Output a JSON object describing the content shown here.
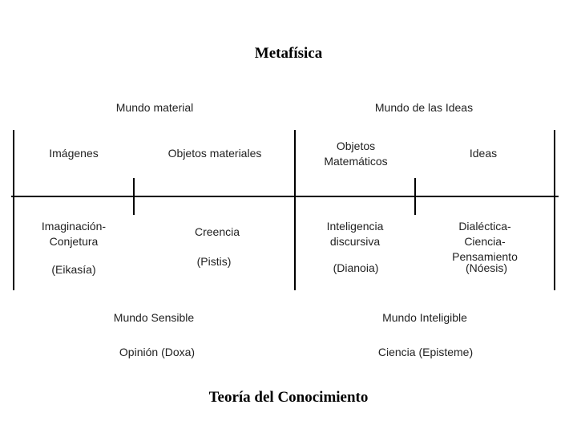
{
  "slide": {
    "title": "Metafísica",
    "footer_title": "Teoría del Conocimiento",
    "background_color": "#ffffff",
    "line_color": "#000000",
    "text_color": "#222222"
  },
  "world_labels": {
    "material": "Mundo material",
    "ideas": "Mundo de las Ideas"
  },
  "divided_line": {
    "segments": [
      {
        "object": "Imágenes",
        "faculty": "Imaginación-\nConjetura",
        "greek_term": "(Eikasía)"
      },
      {
        "object": "Objetos materiales",
        "faculty": "Creencia",
        "greek_term": "(Pistis)"
      },
      {
        "object": "Objetos\nMatemáticos",
        "faculty": "Inteligencia\ndiscursiva",
        "greek_term": "(Dianoia)"
      },
      {
        "object": "Ideas",
        "faculty": "Dialéctica-Ciencia-\nPensamiento",
        "greek_term": "(Nóesis)"
      }
    ]
  },
  "bottom_labels": {
    "sensible_world": "Mundo Sensible",
    "intelligible_world": "Mundo Inteligible",
    "opinion": "Opinión (Doxa)",
    "science": "Ciencia (Episteme)"
  }
}
